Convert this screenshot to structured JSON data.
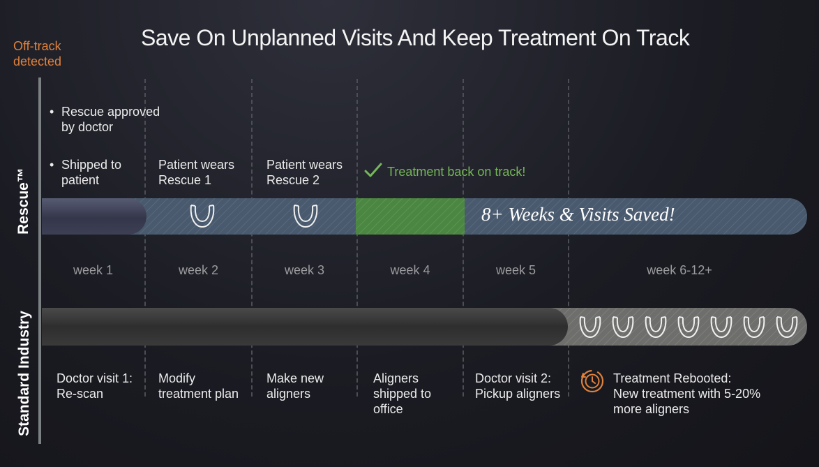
{
  "title": "Save On Unplanned Visits And Keep Treatment On Track",
  "offtrack": "Off-track detected",
  "lanes": {
    "rescue": "Rescue™",
    "standard": "Standard Industry"
  },
  "rescue": {
    "steps": {
      "approved": "Rescue approved by doctor",
      "shipped": "Shipped to patient",
      "wears1": "Patient wears Rescue 1",
      "wears2": "Patient wears Rescue 2"
    },
    "back_on_track": "Treatment back on track!",
    "saved": "8+ Weeks & Visits Saved!"
  },
  "weeks": [
    "week 1",
    "week 2",
    "week 3",
    "week 4",
    "week 5",
    "week 6-12+"
  ],
  "standard": {
    "steps": {
      "visit1": "Doctor visit 1: Re-scan",
      "modify": "Modify treatment plan",
      "make": "Make new aligners",
      "shipped": "Aligners shipped to office",
      "visit2": "Doctor visit 2: Pickup aligners",
      "rebooted_title": "Treatment Rebooted:",
      "rebooted_body": "New treatment with 5-20% more aligners"
    }
  },
  "colors": {
    "accent_orange": "#e0813c",
    "accent_green": "#76b75a",
    "rescue_bar": "#4a5a6e",
    "green_band": "#4b8642"
  },
  "icons": [
    "aligner-icon",
    "checkmark-icon",
    "clock-rewind-icon"
  ]
}
